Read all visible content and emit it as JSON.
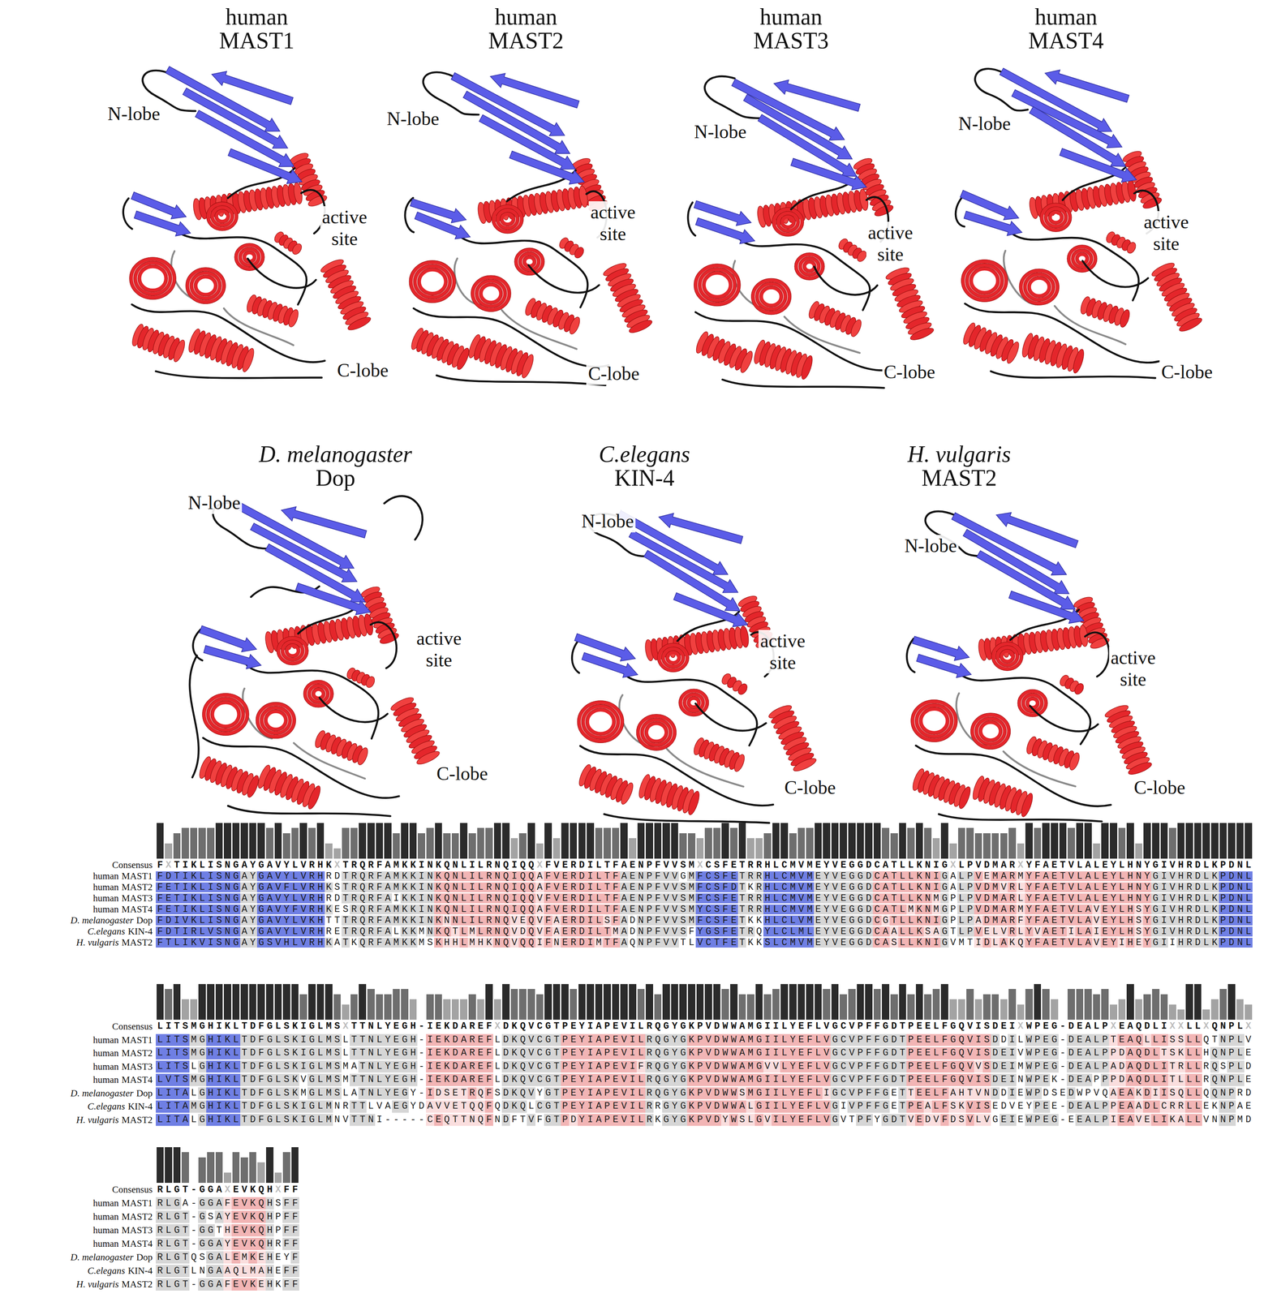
{
  "diagram": {
    "labels": [
      "human",
      "MAST1",
      "N-lobe",
      "active site",
      "C-lobe",
      "human",
      "MAST2",
      "N-lobe",
      "active site",
      "C-lobe",
      "human",
      "MAST3",
      "N-lobe",
      "active site",
      "C-lobe",
      "human",
      "MAST4",
      "N-lobe",
      "active site",
      "C-lobe",
      "D. melanogaster",
      "Dop",
      "N-lobe",
      "active site",
      "C-lobe",
      "C.elegans",
      "KIN-4",
      "N-lobe",
      "active site",
      "C-lobe",
      "H. vulgaris",
      "MAST2",
      "N-lobe",
      "active site",
      "C-lobe",
      "Consensus",
      "FXTIKLISNGAYGAVYLVRHKXTRQRFAMKKINKQNLILRNQIQQXFVERDILTFAENPFVVSMXCSFETRRHLCMVMEYVEGGDCATLLKNIGXLPVDMARXYFAETVLALEYLHNYGIVHRDLKPDNL",
      "human",
      "MAST1",
      "FDTIKLISNGAYGAVYLVRHRDTRQRFAMKKINKQNLILRNQIQQAFVERDILTFAENPFVVGMFCSFETRRHLCMVMEYVEGGDCATLLKNIGALPVEMARMYFAETVLALEYLHNYGIVHRDLKPDNL",
      "human",
      "MAST2",
      "FETIKLISNGAYGAVFLVRHKSTRQRFAMKKINKQNLILRNQIQQAFVERDILTFAENPFVVSMFCSFDTKRHLCMVMEYVEGGDCATLLKNIGALPVDMVRLYFAETVLALEYLHNYGIVHRDLKPDNL",
      "human",
      "MAST3",
      "FETIKLISNGAYGAVYLVRHRDTRQRFAIKKINKQNLILRNQIQQVFVERDILTFAENPFVVSMFCSFETRRHLCMVMEYVEGGDCATLLKNMGPLPVDMARLYFAETVLALEYLHNYGIVHRDLKPDNL",
      "human",
      "MAST4",
      "FETIKLISNGAYGAVYFVRHKESRQRFAMKKINKQNLILRNQIQQAFVERDILTFAENPFVVSMYCSFETRRHLCMVMEYVEGGDCATLMKNMGPLPVDMARMYFAETVLAVEYLHSYGIVHRDLKPDNL",
      "D. melanogaster",
      "Dop",
      "FDIVKLISNGAYGAVYLVKHTTTRQRFAMKKINKNNLILRNQVEQVFAERDILSFADNPFVVSMFCSFETKKHLCLVMEYVEGGDCGTLLKNIGPLPADMARFYFAETVLAVEYLHSYGIVHRDLKPDNL",
      "C.elegans",
      "KIN-4",
      "FDTIRLVSNGAYGAVYLVRHRETRQRFALKKMNKQTLMLRNQVDQVFAERDILTMADNPFVVSFYGSFETRQYLCLMLEYVEGGDCAALLKSAGTLPVELVRLYVAETILAIEYLHSYGIVHRDLKPDNL",
      "H. vulgaris",
      "MAST2",
      "FTLIKVISNGAYGSVHLVRHKATKQRFAMKKMSKHHLMHKNQVQQIFNERDIMTFAQNPFVVTLVCTFETKKSLCMVMEYVEGGDCASLLKNIGVMTIDLAKQYFAETVLAVEYIHEYGIIHRDLKPDNL",
      "Consensus",
      "LITSMGHIKLTDFGLSKIGLMSXTTNLYEGH-IEKDAREFXDKQVCGTPEYIAPEVILRQGYGKPVDWWAMGIILYEFLVGCVPFFGDTPEELFGQVISDEIXWPEG-DEALPXEAQDLIXXLLXQNPLX",
      "human",
      "MAST1",
      "LITSMGHIKLTDFGLSKIGLMSLTTNLYEGH-IEKDAREFLDKQVCGTPEYIAPEVILRQGYGKPVDWWAMGIILYEFLVGCVPFFGDTPEELFGQVISDDILWPEG-DEALPTEAQLLISSLLQTNPLV",
      "human",
      "MAST2",
      "LITSMGHIKLTDFGLSKIGLMSLTTNLYEGH-IEKDAREFLDKQVCGTPEYIAPEVILRQGYGKPVDWWAMGIILYEFLVGCVPFFGDTPEELFGQVISDEIVWPEG-DEALPPDAQDLTSKLLHQNPLE",
      "human",
      "MAST3",
      "LITSLGHIKLTDFGLSKIGLMSMATNLYEGH-IEKDAREFLDKQVCGTPEYIAPEVIFRQGYGKPVDWWAMGVVLYEFLVGCVPFFGDTPEELFGQVVSDEIMWPEG-DEALPADAQDLITRLLRQSPLD",
      "human",
      "MAST4",
      "LVTSMGHIKLTDFGLSKVGLMSMTTNLYEGH-IEKDAREFLDKQVCGTPEYIAPEVILRQGYGKPVDWWAMGIILYEFLVGCVPFFGDTPEELFGQVISDEINWPEK-DEAPPPDAQDLITLLLRQNPLE",
      "D. melanogaster",
      "Dop",
      "LITALGHIKLTDFGLSKMGLMSLATNLYEGY-IDSETRQFSDKQVYGTPEYIAPEVILRQGYGKPVDWWSMGIILYEFLIGCVPFFGETTEELFAHTVNDDIEWPDSEDWPVQAEAKDIISQLLQQNPRD",
      "C.elegans",
      "KIN-4",
      "LITAMGHIKLTDFGLSKIGLMNRTTLVAEGYDAVVETQQFQDKQLCGTPEYIAPEVILRRGYGKPVDWWALGIILYEFLVGIVPFFGETPEALFSKVISEDVEYPEE-DEALPPEAADLCRRLLEKNPAE",
      "H. vulgaris",
      "MAST2",
      "LITALGHIKLTDFGLSKIGLMNVTTNI-----CEQTTNQFNDFTVFGTPDYIAPEVILRKGYGKPVDYWSLGVILYEFLVGVTPFYGDTVEDVFDSVLVGEIEWPEG-EEALPIEAVELIKALLVNNPMD",
      "Consensus",
      "RLGT-GGAXEVKQHXFF",
      "human",
      "MAST1",
      "RLGA-GGAFEVKQHSFF",
      "human",
      "MAST2",
      "RLGT-GSAYEVKQHPFF",
      "human",
      "MAST3",
      "RLGT-GGTHEVKQHPFF",
      "human",
      "MAST4",
      "RLGT-GGAYEVKQHRFF",
      "D. melanogaster",
      "Dop",
      "RLGTQSGALEMKEHEYF",
      "C.elegans",
      "KIN-4",
      "RLGTLNGAAQLMAHEFF",
      "H. vulgaris",
      "MAST2",
      "RLGT-GGAFEVKEHKFF"
    ]
  }
}
